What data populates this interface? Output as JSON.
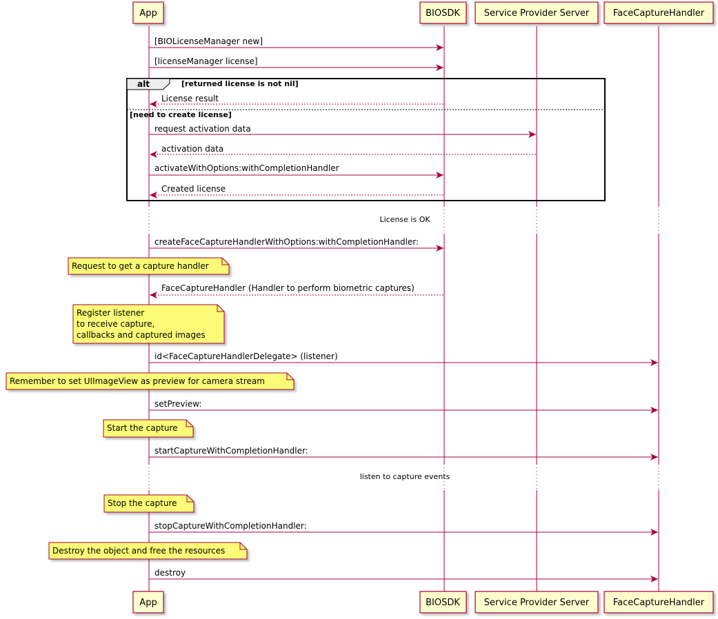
{
  "participants": {
    "app": "App",
    "biosdk": "BIOSDK",
    "sps": "Service Provider Server",
    "fch": "FaceCaptureHandler"
  },
  "alt": {
    "keyword": "alt",
    "guard1": "[returned license is not nil]",
    "guard2": "[need to create license]"
  },
  "messages": {
    "m1": "[BIOLicenseManager new]",
    "m2": "[licenseManager license]",
    "m3": "License result",
    "m4": "request activation data",
    "m5": "activation data",
    "m6": "activateWithOptions:withCompletionHandler",
    "m7": "Created license",
    "m8": "createFaceCaptureHandlerWithOptions:withCompletionHandler:",
    "m9": "FaceCaptureHandler (Handler to perform biometric captures)",
    "m10": "id<FaceCaptureHandlerDelegate> (listener)",
    "m11": "setPreview:",
    "m12": "startCaptureWithCompletionHandler:",
    "m13": "stopCaptureWithCompletionHandler:",
    "m14": "destroy"
  },
  "delays": {
    "d1": "License is OK",
    "d2": "listen to capture events"
  },
  "notes": {
    "n1": "Request to get a capture handler",
    "n2_l1": "Register listener",
    "n2_l2": "to receive capture,",
    "n2_l3": "callbacks and captured images",
    "n3": "Remember to set UIImageView as preview for camera stream",
    "n4": "Start the capture",
    "n5": "Stop the capture",
    "n6": "Destroy the object and free the resources"
  },
  "colors": {
    "line": "#A80036",
    "participant_fill": "#FEFECE",
    "note_fill": "#FBFB77"
  }
}
